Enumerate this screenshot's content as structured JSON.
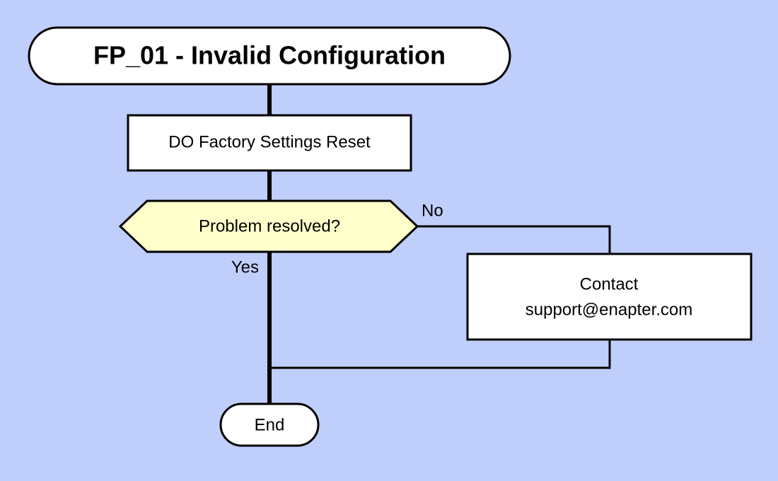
{
  "diagram": {
    "title": "FP_01 - Invalid Configuration",
    "background_color": "#c0cefb",
    "node_fill": "#ffffff",
    "decision_fill": "#ffffcc",
    "stroke_color": "#000000",
    "nodes": {
      "start": {
        "label": "FP_01 - Invalid Configuration",
        "shape": "rounded-rectangle"
      },
      "process": {
        "label": "DO Factory Settings Reset",
        "shape": "rectangle"
      },
      "decision": {
        "label": "Problem resolved?",
        "shape": "hexagon"
      },
      "contact": {
        "label_line1": "Contact",
        "label_line2": "support@enapter.com",
        "shape": "rectangle"
      },
      "end": {
        "label": "End",
        "shape": "stadium"
      }
    },
    "edges": {
      "yes_label": "Yes",
      "no_label": "No"
    }
  }
}
